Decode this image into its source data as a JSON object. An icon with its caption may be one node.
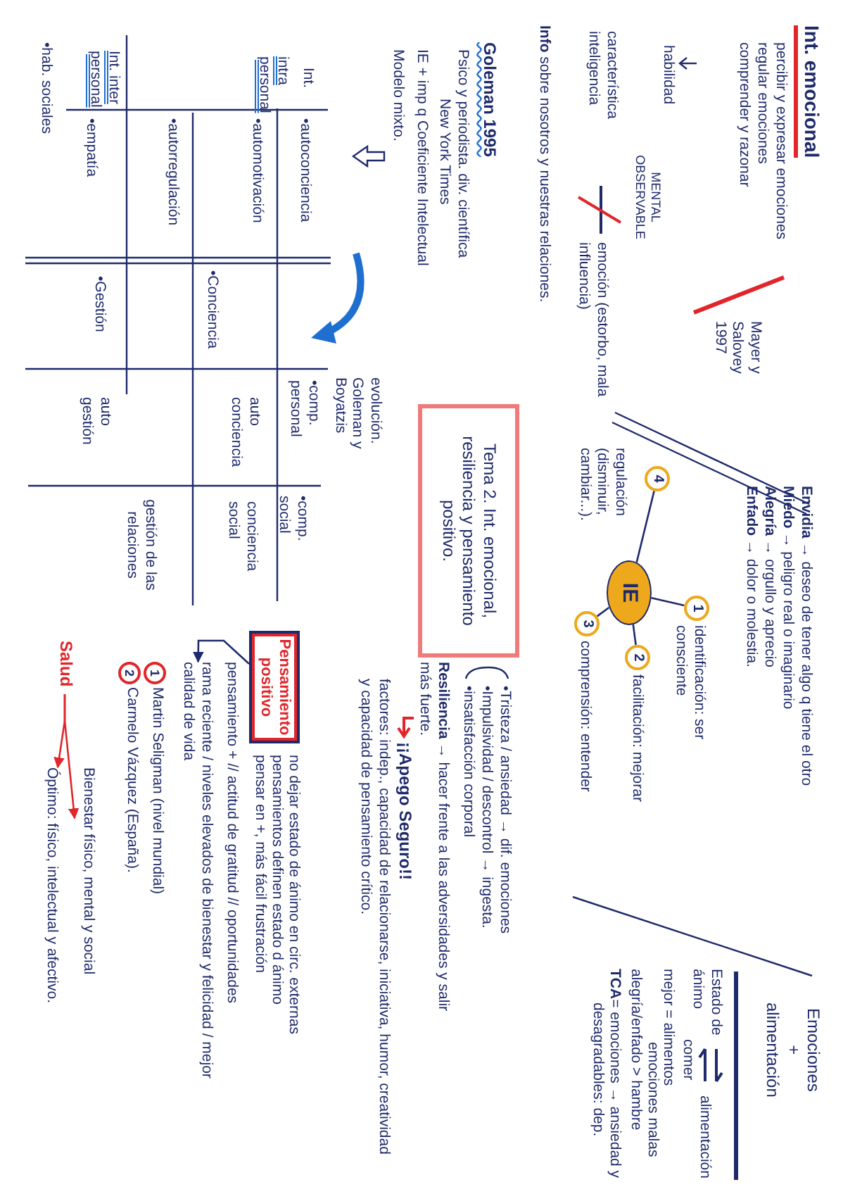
{
  "diagram": {
    "title": "Int. emocional",
    "nodes": [
      {
        "text": [
          "IE"
        ]
      },
      {
        "text": [
          "1"
        ],
        "beside": [
          "identificación: ser consciente"
        ]
      },
      {
        "text": [
          "2"
        ],
        "beside": [
          "facilitación: mejorar"
        ]
      },
      {
        "text": [
          "3"
        ],
        "beside": [
          "comprensión: entender"
        ]
      },
      {
        "text": [
          "4"
        ],
        "beside": [
          "regulación (disminuir, cambiar...)."
        ]
      },
      {
        "text": [
          "Tema 2. Int. emocional, resiliencia y pensamiento positivo."
        ]
      },
      {
        "text": [
          "Pensamiento positivo"
        ]
      },
      {
        "text": [
          "rama reciente / niveles elevados de bienestar y felicidad / mejor calidad de vida"
        ]
      },
      {
        "text": [
          "Salud"
        ]
      },
      {
        "text": [
          "Bienestar físico, mental y social"
        ]
      },
      {
        "text": [
          "Óptimo: físico, intelectual y afectivo."
        ]
      }
    ],
    "edges": [
      {
        "from": 0,
        "to": 1,
        "arrow": "none"
      },
      {
        "from": 0,
        "to": 2,
        "arrow": "none"
      },
      {
        "from": 0,
        "to": 3,
        "arrow": "none"
      },
      {
        "from": 0,
        "to": 4,
        "arrow": "none"
      },
      {
        "from": 6,
        "to": 7,
        "arrow": "to"
      },
      {
        "from": 8,
        "to": 9,
        "arrow": "to",
        "color": "#e0262b"
      },
      {
        "from": 8,
        "to": 10,
        "arrow": "to",
        "color": "#e0262b"
      }
    ],
    "labels": [
      "percibir y expresar emociones",
      "regular emociones",
      "comprender y razonar",
      "Mayer y Salovey 1997",
      "habilidad",
      "MENTAL OBSERVABLE",
      "característica inteligencia",
      "emoción (estorbo, mala influencia)",
      "**Info** sobre nosotros y nuestras relaciones.",
      "Goleman 1995",
      "Psico y periodista. div. científica",
      "New York Times",
      "IE + imp q Coeficiente Intelectual",
      "Modelo mixto.",
      "Int.",
      "intra personal",
      "•autoconciencia",
      "evolución. Goleman y Boyatzis",
      "•comp. personal",
      "•comp. social",
      "•automotivación",
      "auto conciencia",
      "•Conciencia",
      "conciencia social",
      "•autorregulación",
      "gestión de las relaciones",
      "Int. inter personal",
      "•empatía",
      "•Gestión",
      "auto gestión",
      "•hab. sociales",
      "**Envidia** → deseo de tener algo q tiene el otro",
      "**Miedo** → peligro real o imaginario",
      "**Alegría** → orgullo y aprecio",
      "**Enfado** → dolor o molestia.",
      "Emociones + alimentación",
      "Estado de ánimo",
      "comer",
      "alimentación",
      "mejor = alimentos",
      "emociones malas",
      "alegría/enfado > hambre",
      "**TCA**= emociones → ansiedad y",
      "desagradables: dep.",
      "•Tristeza / ansiedad → dif. emociones",
      "•Impulsividad / descontrol → ingesta.",
      "•insatisfacción corporal",
      "**Resiliencia** → hacer frente a las adversidades y salir más fuerte.",
      "¡¡Apego Seguro!!",
      "factores: indep., capacidad de relacionarse, iniciativa, humor, creatividad y capacidad de pensamiento crítico.",
      "no dejar estado de ánimo en circ. externas",
      "pensamientos definen estado d ánimo",
      "pensar en +, más fácil frustración",
      "pensamiento + // actitud de gratitud // oportunidades",
      "1",
      "Martin Seligman (nivel mundial)",
      "2",
      "Carmelo Vázquez (España)."
    ]
  }
}
